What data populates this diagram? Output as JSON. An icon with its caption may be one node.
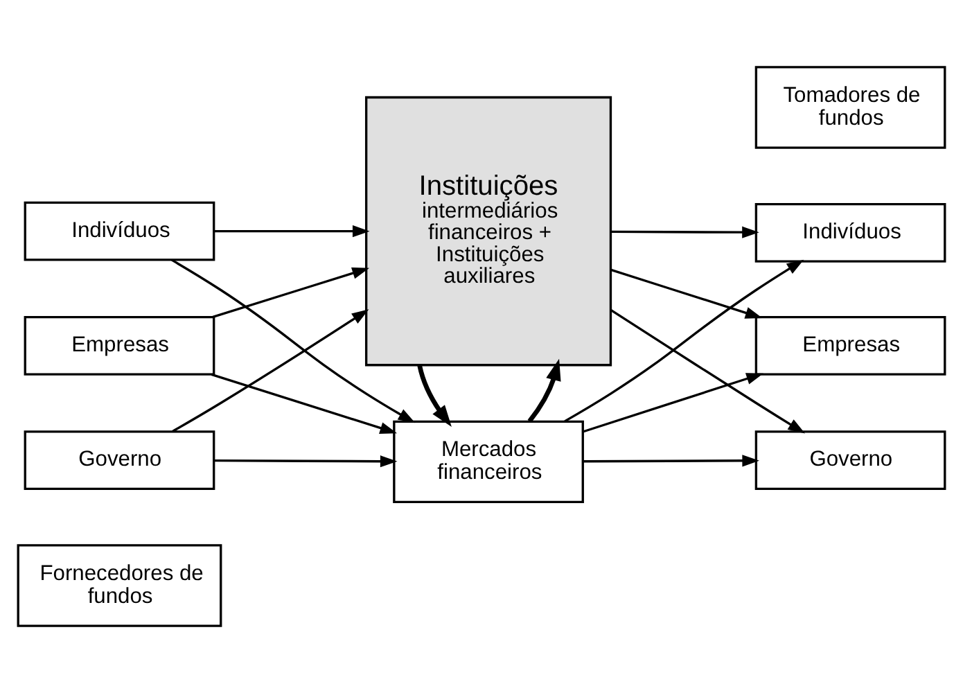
{
  "diagram": {
    "nodes": [
      {
        "text": [
          "Fornecedores de fundos"
        ]
      },
      {
        "text": [
          "Indivíduos"
        ]
      },
      {
        "text": [
          "Empresas"
        ]
      },
      {
        "text": [
          "Governo"
        ]
      },
      {
        "text": [
          "Instituições",
          "intermediários financeiros + Instituições auxiliares"
        ]
      },
      {
        "text": [
          "Mercados financeiros"
        ]
      },
      {
        "text": [
          "Tomadores de fundos"
        ]
      },
      {
        "text": [
          "Indivíduos"
        ]
      },
      {
        "text": [
          "Empresas"
        ]
      },
      {
        "text": [
          "Governo"
        ]
      }
    ],
    "edges": [
      {
        "from": 1,
        "to": 4,
        "arrow": "to"
      },
      {
        "from": 1,
        "to": 5,
        "arrow": "to"
      },
      {
        "from": 2,
        "to": 4,
        "arrow": "to"
      },
      {
        "from": 2,
        "to": 5,
        "arrow": "to"
      },
      {
        "from": 3,
        "to": 4,
        "arrow": "to"
      },
      {
        "from": 3,
        "to": 5,
        "arrow": "to"
      },
      {
        "from": 5,
        "to": 4,
        "arrow": "to",
        "style": "thick"
      },
      {
        "from": 4,
        "to": 5,
        "arrow": "to",
        "style": "thick"
      },
      {
        "from": 4,
        "to": 7,
        "arrow": "to"
      },
      {
        "from": 4,
        "to": 8,
        "arrow": "to"
      },
      {
        "from": 4,
        "to": 9,
        "arrow": "to"
      },
      {
        "from": 5,
        "to": 7,
        "arrow": "to"
      },
      {
        "from": 5,
        "to": 8,
        "arrow": "to"
      },
      {
        "from": 5,
        "to": 9,
        "arrow": "to"
      }
    ]
  }
}
